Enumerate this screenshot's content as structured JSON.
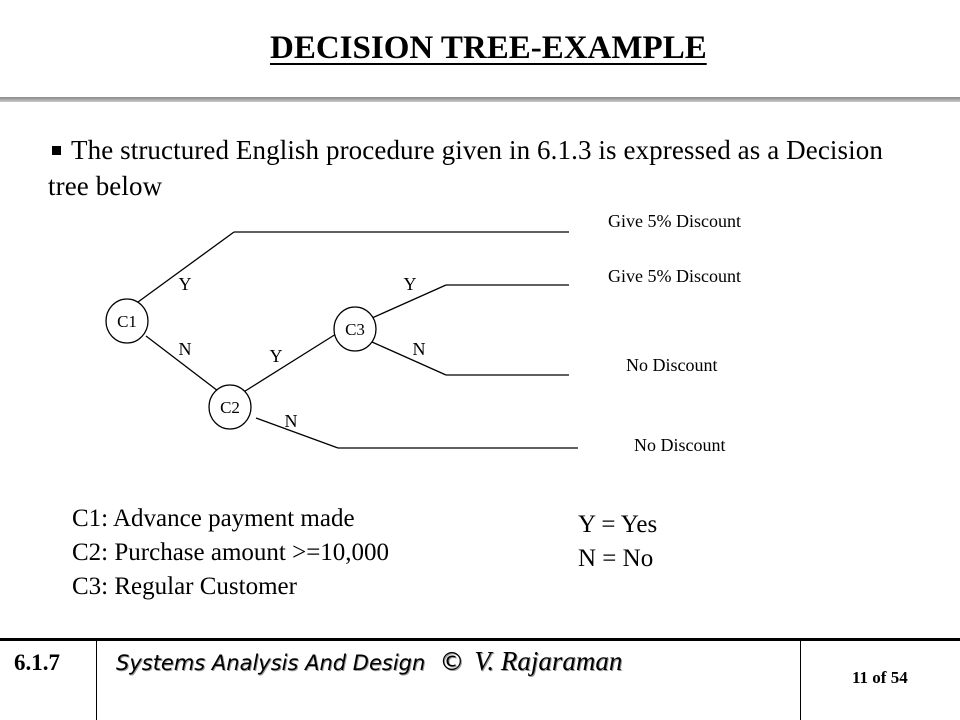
{
  "slide": {
    "title": "DECISION TREE-EXAMPLE",
    "bullet": "The structured English procedure given in 6.1.3 is expressed as a Decision tree below"
  },
  "tree": {
    "nodes": [
      {
        "id": "c1",
        "label": "C1"
      },
      {
        "id": "c2",
        "label": "C2"
      },
      {
        "id": "c3",
        "label": "C3"
      }
    ],
    "branch_labels": {
      "c1_yes": "Y",
      "c1_no": "N",
      "c2_yes": "Y",
      "c2_no": "N",
      "c3_yes": "Y",
      "c3_no": "N"
    },
    "outcomes": [
      "Give 5% Discount",
      "Give 5% Discount",
      "No Discount",
      "No Discount"
    ]
  },
  "legend": {
    "conditions": [
      "C1: Advance payment made",
      "C2: Purchase amount >=10,000",
      "C3: Regular Customer"
    ],
    "keys": [
      "Y = Yes",
      "N = No"
    ]
  },
  "footer": {
    "section": "6.1.7",
    "book_title": "Systems Analysis And Design",
    "copyright": "©",
    "author": "V. Rajaraman",
    "page": "11 of 54"
  }
}
